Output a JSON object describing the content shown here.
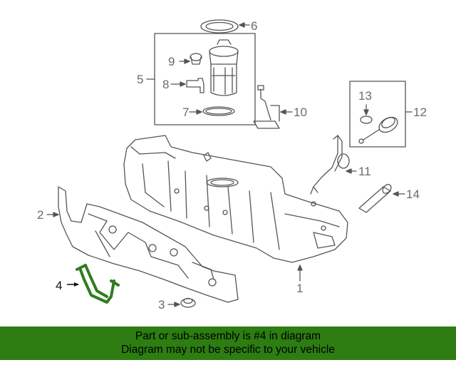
{
  "callouts": {
    "c1": "1",
    "c2": "2",
    "c3": "3",
    "c4": "4",
    "c5": "5",
    "c6": "6",
    "c7": "7",
    "c8": "8",
    "c9": "9",
    "c10": "10",
    "c11": "11",
    "c12": "12",
    "c13": "13",
    "c14": "14"
  },
  "highlighted_part": "4",
  "colors": {
    "line": "#555555",
    "highlight": "#2e7d1f",
    "banner_bg": "#2d7d12",
    "banner_text": "#000000"
  },
  "banner": {
    "line1": "Part or sub-assembly is #4 in diagram",
    "line2": "Diagram may not be specific to your vehicle"
  }
}
